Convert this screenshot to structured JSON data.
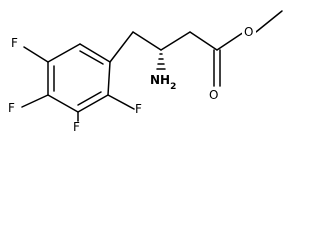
{
  "molecule": {
    "atoms": {
      "fluorine_top_left": "F",
      "fluorine_left": "F",
      "fluorine_bottom_left": "F",
      "fluorine_bottom_right": "F",
      "amine": "NH",
      "amine_subscript": "2",
      "carbonyl_oxygen": "O",
      "ester_oxygen": "O"
    },
    "stereo": {
      "c3_amine_bond": "hashed-wedge"
    }
  }
}
